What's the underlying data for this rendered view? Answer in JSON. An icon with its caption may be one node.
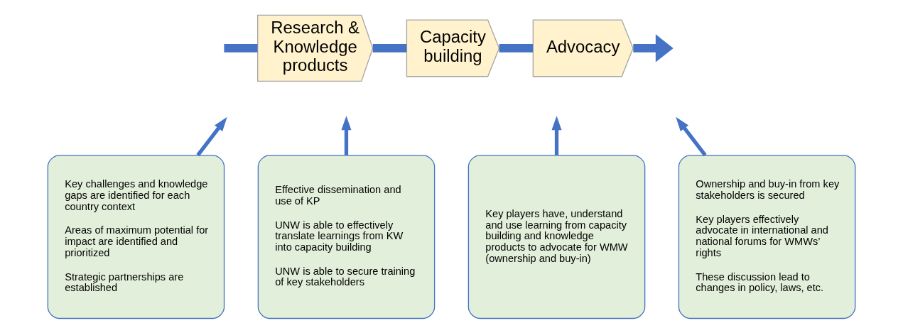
{
  "diagram": {
    "nodes": [
      {
        "text": [
          "Research & Knowledge products"
        ]
      },
      {
        "text": [
          "Capacity building"
        ]
      },
      {
        "text": [
          "Advocacy"
        ]
      },
      {
        "text": [
          "Key challenges and knowledge gaps are identified for each country context",
          "Areas of maximum potential for impact are identified and prioritized",
          "Strategic partnerships are established"
        ]
      },
      {
        "text": [
          "Effective dissemination and use of KP",
          "UNW is able to effectively translate learnings from KW into capacity building",
          "UNW is able to secure training of key stakeholders"
        ]
      },
      {
        "text": [
          "Key players have, understand and use learning from capacity building and knowledge products to advocate for WMW (ownership and buy-in)"
        ]
      },
      {
        "text": [
          "Ownership and buy-in from key stakeholders is secured",
          "Key players effectively advocate in international and national forums for WMWs’ rights",
          "These discussion lead to changes in policy, laws, etc."
        ]
      }
    ],
    "edges": [
      {
        "from": null,
        "to": 0,
        "arrow": "none",
        "style": "thick"
      },
      {
        "from": 0,
        "to": 1,
        "arrow": "none",
        "style": "thick"
      },
      {
        "from": 1,
        "to": 2,
        "arrow": "none",
        "style": "thick"
      },
      {
        "from": 2,
        "to": null,
        "arrow": "to",
        "style": "thick"
      },
      {
        "from": 3,
        "to": null,
        "arrow": "to"
      },
      {
        "from": 4,
        "to": null,
        "arrow": "to"
      },
      {
        "from": 5,
        "to": null,
        "arrow": "to"
      },
      {
        "from": 6,
        "to": null,
        "arrow": "to"
      }
    ]
  }
}
